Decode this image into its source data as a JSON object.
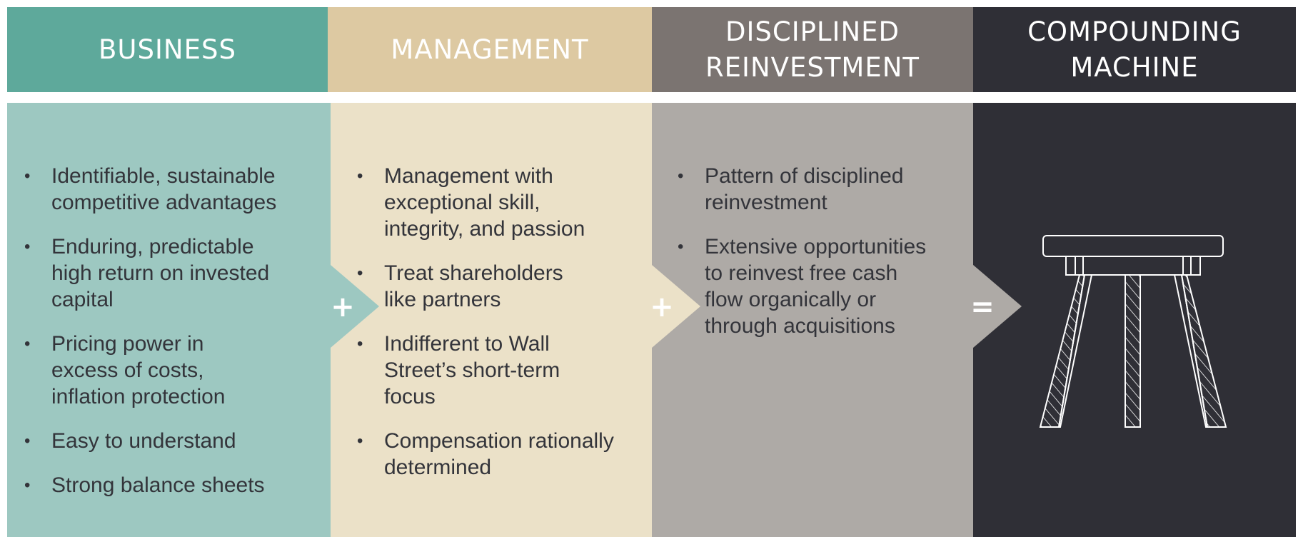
{
  "columns": [
    {
      "header": "BUSINESS",
      "color_header": "#5ea99b",
      "color_panel": "#9dc8c1",
      "bullets": [
        "Identifiable, sustainable\ncompetitive advantages",
        "Enduring, predictable\nhigh return on invested\ncapital",
        "Pricing power in\nexcess of costs,\ninflation protection",
        "Easy to understand",
        "Strong balance sheets"
      ]
    },
    {
      "header": "MANAGEMENT",
      "color_header": "#ddc9a2",
      "color_panel": "#ebe1c8",
      "bullets": [
        "Management with\nexceptional skill,\nintegrity, and passion",
        "Treat shareholders\nlike partners",
        "Indifferent to Wall\nStreet’s short-term\nfocus",
        "Compensation rationally\ndetermined"
      ]
    },
    {
      "header": "DISCIPLINED\nREINVESTMENT",
      "color_header": "#7b7471",
      "color_panel": "#aeaaa6",
      "bullets": [
        "Pattern of disciplined\nreinvestment",
        "Extensive opportunities\nto reinvest free cash\nflow organically or\nthrough acquisitions"
      ]
    },
    {
      "header": "COMPOUNDING\nMACHINE",
      "color_header": "#2f2f36",
      "color_panel": "#2f2f36",
      "icon": "three-legged-stool-icon"
    }
  ],
  "operators": [
    "+",
    "+",
    "="
  ]
}
